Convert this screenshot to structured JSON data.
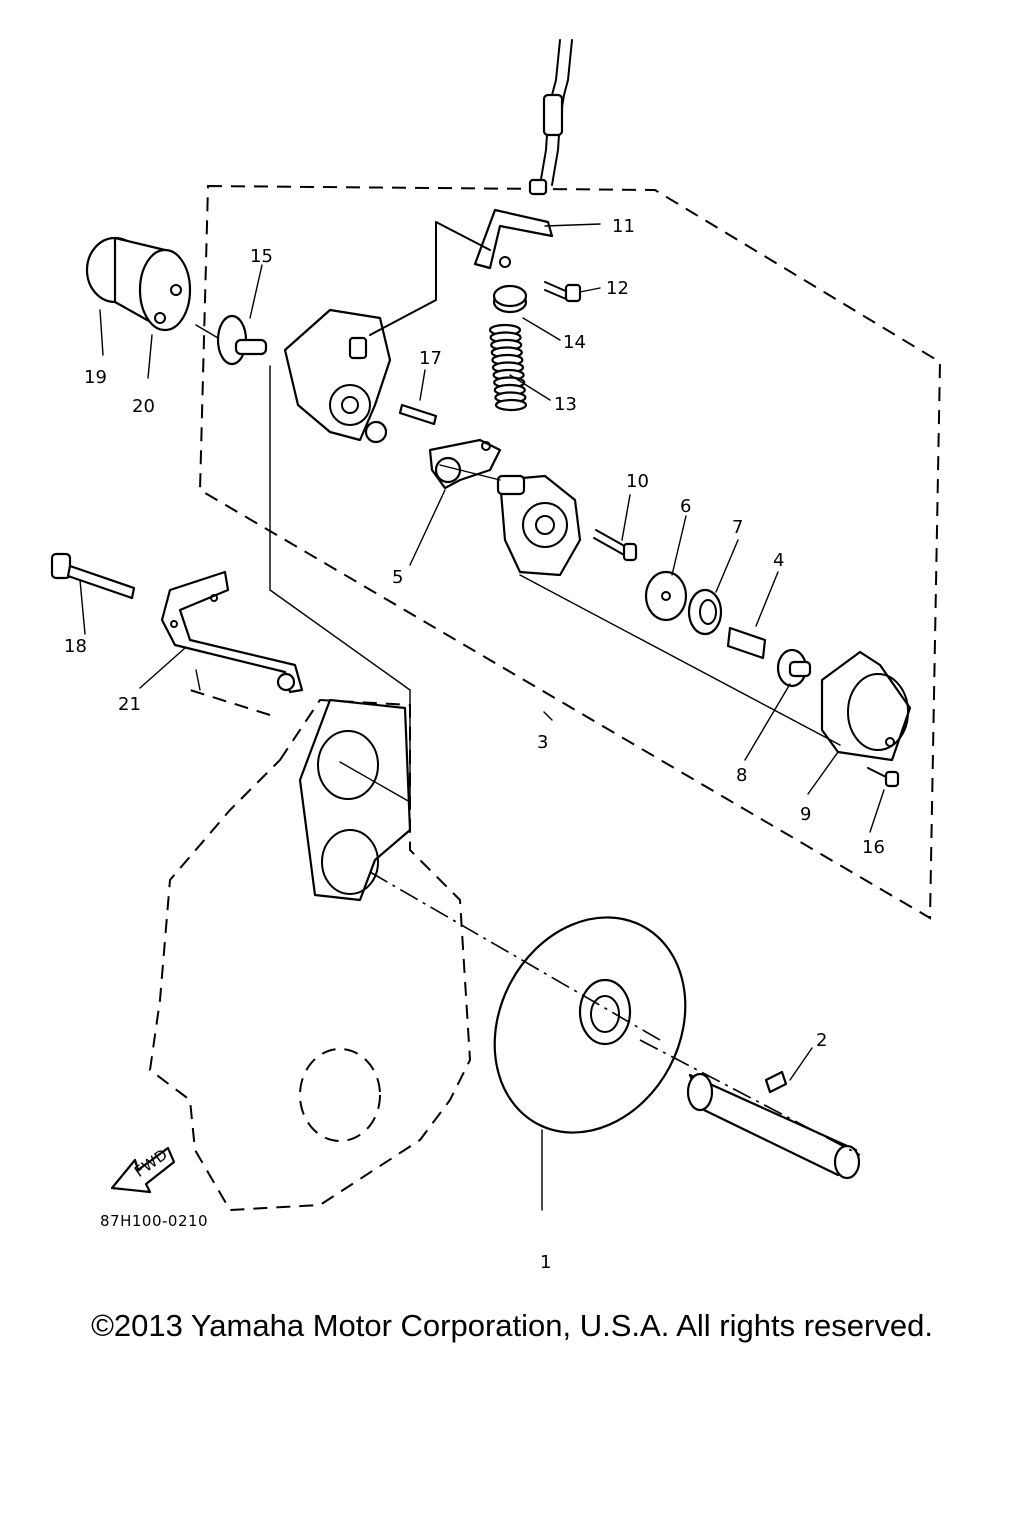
{
  "diagram": {
    "callouts": [
      {
        "id": "p1",
        "text": "1"
      },
      {
        "id": "p2",
        "text": "2"
      },
      {
        "id": "p3",
        "text": "3"
      },
      {
        "id": "p4",
        "text": "4"
      },
      {
        "id": "p5",
        "text": "5"
      },
      {
        "id": "p6",
        "text": "6"
      },
      {
        "id": "p7",
        "text": "7"
      },
      {
        "id": "p8",
        "text": "8"
      },
      {
        "id": "p9",
        "text": "9"
      },
      {
        "id": "p10",
        "text": "10"
      },
      {
        "id": "p11",
        "text": "11"
      },
      {
        "id": "p12",
        "text": "12"
      },
      {
        "id": "p13",
        "text": "13"
      },
      {
        "id": "p14",
        "text": "14"
      },
      {
        "id": "p15",
        "text": "15"
      },
      {
        "id": "p16",
        "text": "16"
      },
      {
        "id": "p17",
        "text": "17"
      },
      {
        "id": "p18",
        "text": "18"
      },
      {
        "id": "p19",
        "text": "19"
      },
      {
        "id": "p20",
        "text": "20"
      },
      {
        "id": "p21",
        "text": "21"
      }
    ],
    "fwd_arrow_text": "FWD",
    "drawing_code": "87H100-0210"
  },
  "footer": {
    "copyright": "©2013 Yamaha Motor Corporation, U.S.A. All rights reserved."
  }
}
